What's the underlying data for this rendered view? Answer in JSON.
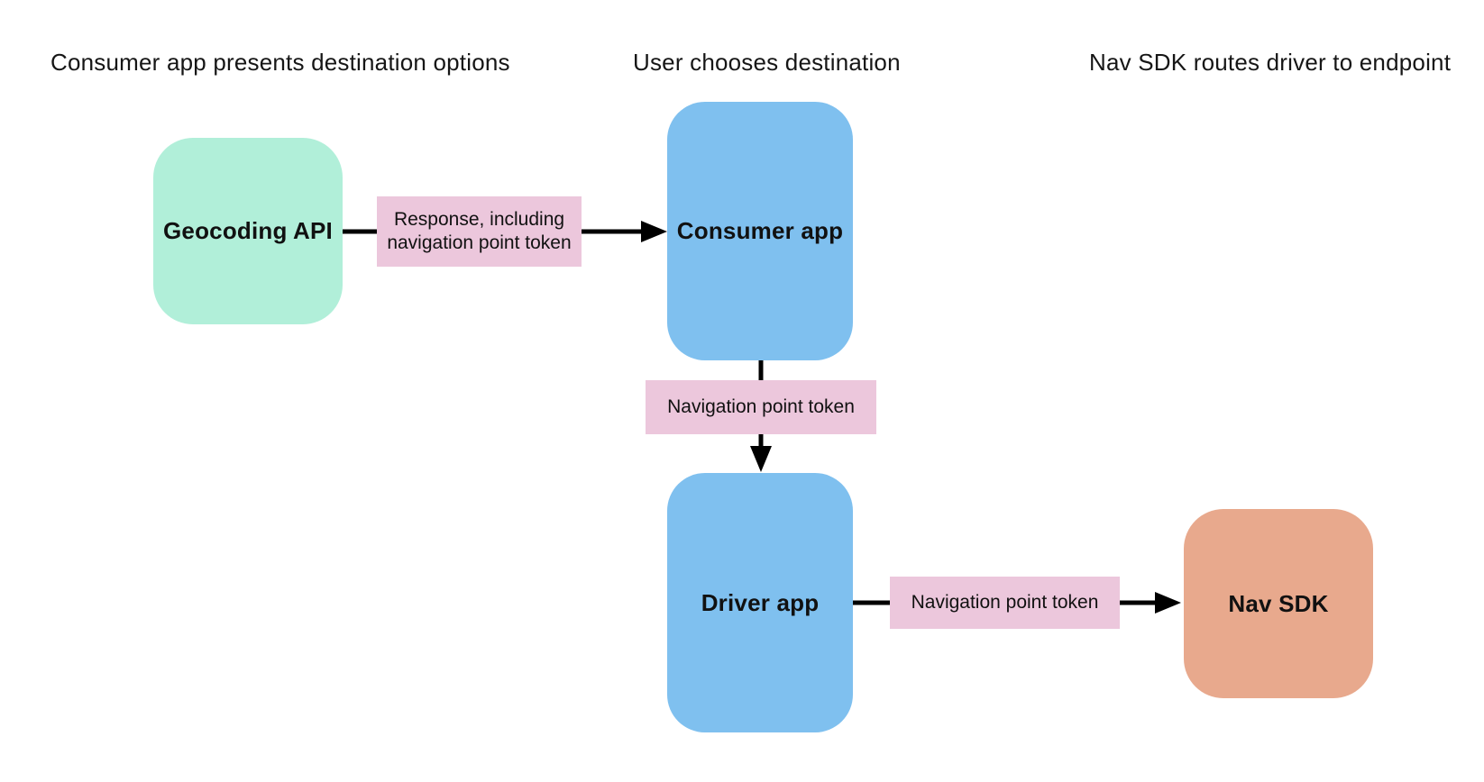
{
  "diagram": {
    "type": "flowchart",
    "background": "#ffffff",
    "stage_headers": [
      {
        "text": "Consumer app presents destination options"
      },
      {
        "text": "User chooses destination"
      },
      {
        "text": "Nav SDK routes driver to endpoint"
      }
    ],
    "nodes": {
      "geocoding_api": {
        "label": "Geocoding API",
        "color": "#b1efd9"
      },
      "consumer_app": {
        "label": "Consumer app",
        "color": "#7fc0ef"
      },
      "driver_app": {
        "label": "Driver app",
        "color": "#7fc0ef"
      },
      "nav_sdk": {
        "label": "Nav SDK",
        "color": "#e8a98d"
      }
    },
    "edges": [
      {
        "from": "Geocoding API",
        "to": "Consumer app",
        "label": "Response, including navigation point token"
      },
      {
        "from": "Consumer app",
        "to": "Driver app",
        "label": "Navigation point token"
      },
      {
        "from": "Driver app",
        "to": "Nav SDK",
        "label": "Navigation point token"
      }
    ],
    "colors": {
      "edge_label_bg": "#ecc7dc",
      "arrow": "#000000",
      "header_text": "#161616",
      "node_text": "#111111"
    }
  }
}
